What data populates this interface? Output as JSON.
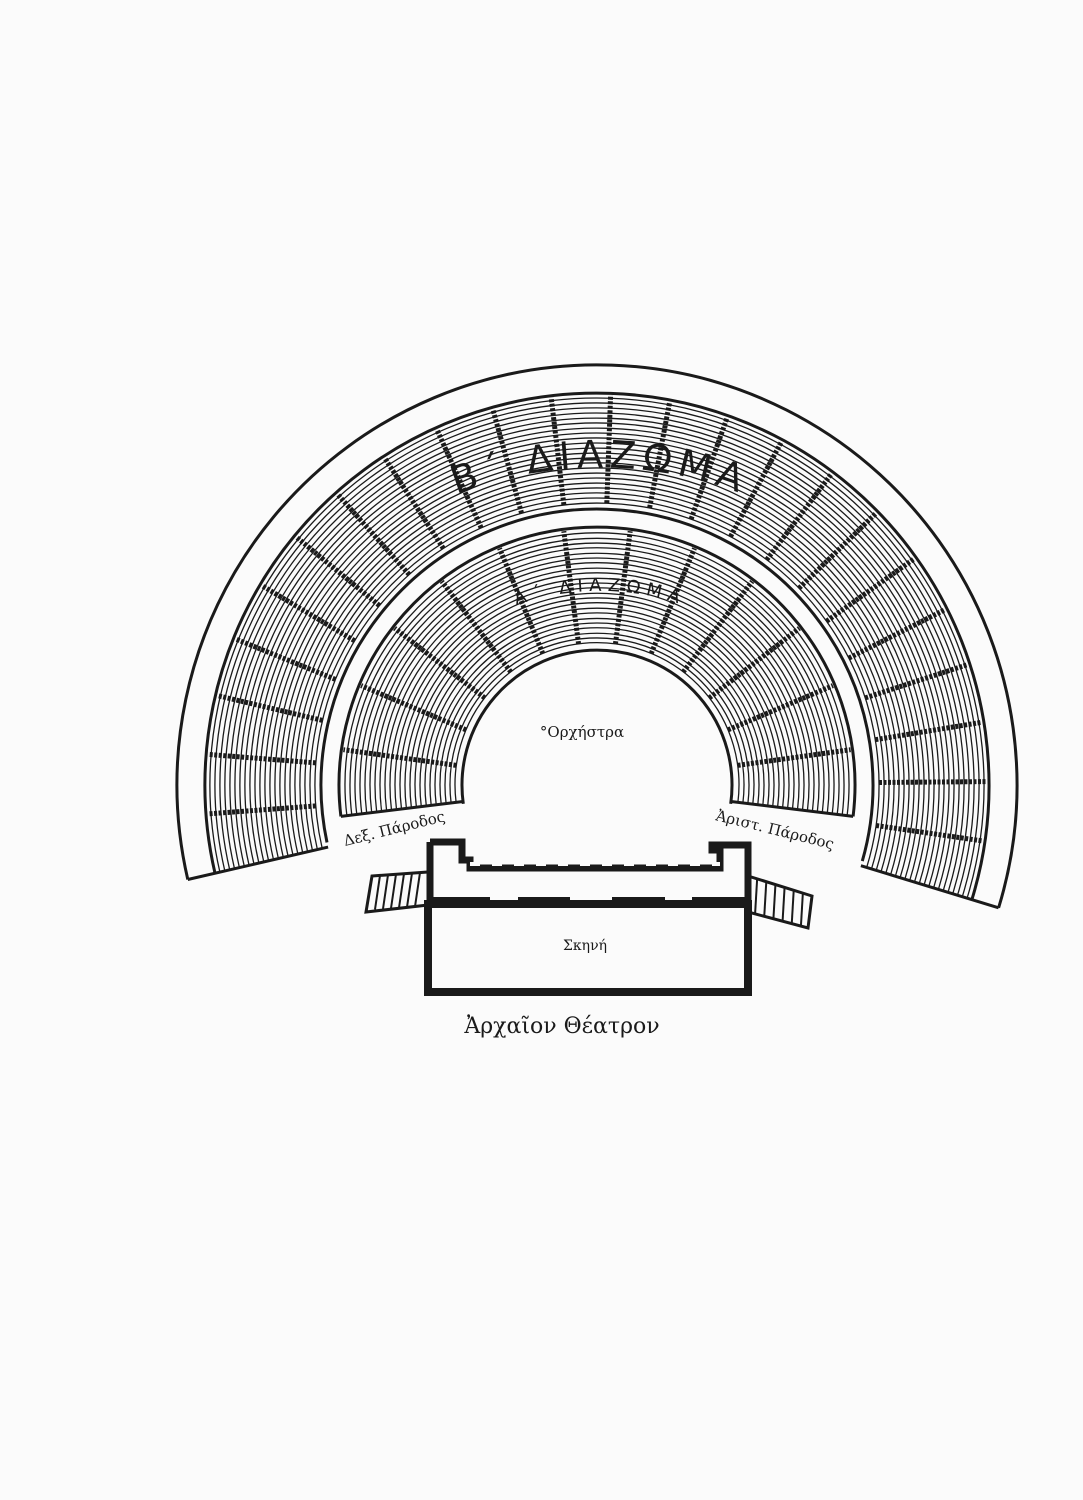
{
  "labels": {
    "diazoma_b": "Β΄ ΔΙΑΖΩΜΑ",
    "diazoma_a": "Α΄ ΔΙΑΖΩΜΑ",
    "orchestra": "°Ορχήστρα",
    "parodos_right_hand": "Δεξ. Πάροδος",
    "parodos_left_hand": "Ἀριστ. Πάροδος",
    "skene": "Σκηνή",
    "caption": "Ἀρχαῖον Θέατρον"
  },
  "colors": {
    "ink": "#1a1a1a",
    "paper": "#fbfbfb"
  }
}
